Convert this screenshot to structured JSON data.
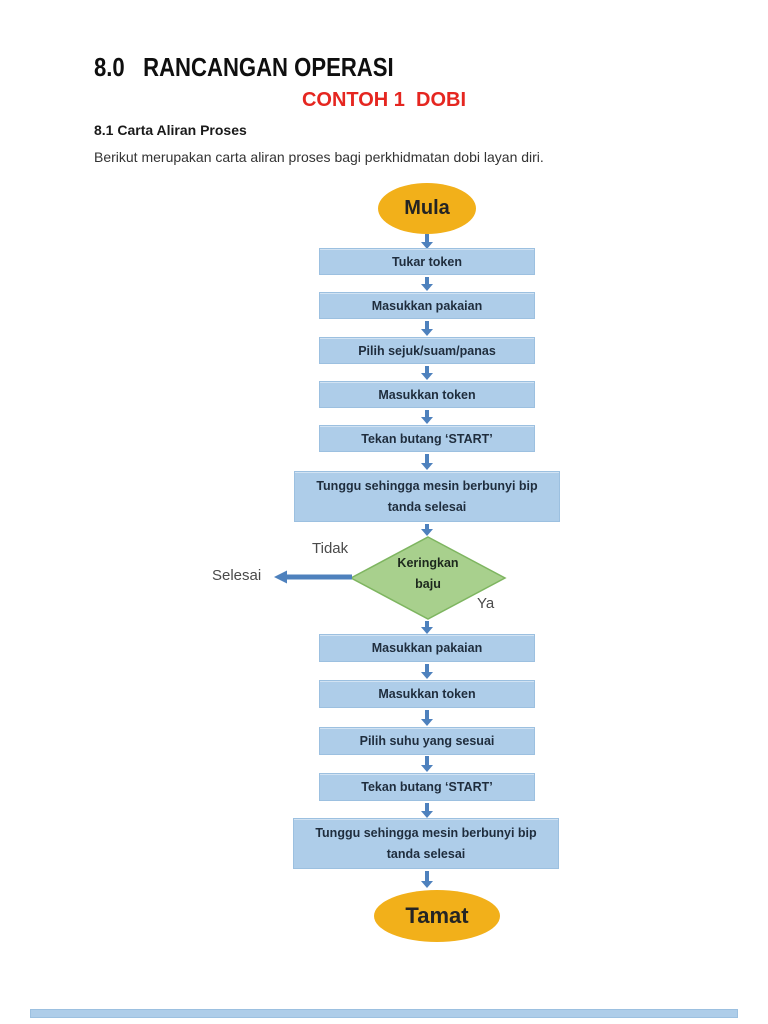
{
  "header": {
    "title": "8.0   RANCANGAN OPERASI",
    "subtitle": "CONTOH 1  DOBI",
    "section": "8.1 Carta Aliran Proses",
    "intro": "Berikut merupakan carta aliran proses bagi perkhidmatan dobi layan diri."
  },
  "flowchart": {
    "start_label": "Mula",
    "end_label": "Tamat",
    "steps1": [
      "Tukar token",
      "Masukkan pakaian",
      "Pilih sejuk/suam/panas",
      "Masukkan token",
      "Tekan butang ‘START’"
    ],
    "wait1": [
      "Tunggu sehingga mesin berbunyi bip",
      "tanda selesai"
    ],
    "decision": {
      "line1": "Keringkan",
      "line2": "baju",
      "no_label": "Tidak",
      "yes_label": "Ya",
      "exit_label": "Selesai"
    },
    "steps2": [
      "Masukkan pakaian",
      "Masukkan token",
      "Pilih suhu yang sesuai",
      "Tekan butang ‘START’"
    ],
    "wait2": [
      "Tunggu sehingga mesin berbunyi bip",
      "tanda selesai"
    ]
  },
  "colors": {
    "accent_red": "#e52620",
    "terminal_fill": "#f2b01a",
    "process_fill": "#aecde9",
    "process_border": "#9cc0e0",
    "decision_fill": "#a8d08d",
    "decision_border": "#7eb560",
    "arrow_blue": "#4e81bd"
  }
}
